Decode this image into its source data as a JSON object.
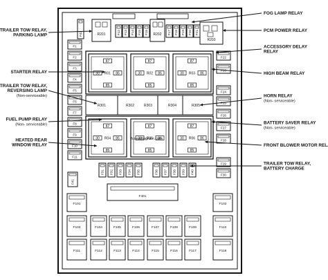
{
  "callouts": {
    "left": [
      {
        "lines": [
          "TRAILER TOW RELAY,",
          "PARKING LAMP"
        ]
      },
      {
        "lines": [
          "STARTER RELAY"
        ]
      },
      {
        "lines": [
          "TRAILER TOW RELAY,",
          "REVERSING LAMP",
          "(Non-serviceable)"
        ]
      },
      {
        "lines": [
          "FUEL PUMP RELAY",
          "(Non- serviceable)"
        ]
      },
      {
        "lines": [
          "HEATED REAR",
          "WINDOW RELAY"
        ]
      }
    ],
    "right": [
      {
        "lines": [
          "FOG LAMP RELAY"
        ]
      },
      {
        "lines": [
          "PCM POWER RELAY"
        ]
      },
      {
        "lines": [
          "ACCESSORY DELAY",
          "RELAY"
        ]
      },
      {
        "lines": [
          "HIGH BEAM RELAY"
        ]
      },
      {
        "lines": [
          "HORN RELAY",
          "(Non- serviceable)"
        ]
      },
      {
        "lines": [
          "BATTERY SAVER RELAY",
          "(Non- serviceable)"
        ]
      },
      {
        "lines": [
          "FRONT BLOWER MOTOR RELAY"
        ]
      },
      {
        "lines": [
          "TRAILER TOW RELAY,",
          "BATTERY CHARGE"
        ]
      }
    ]
  },
  "box_labels": {
    "F42": "F42",
    "R201": "R201",
    "R202": "R202",
    "R203": "R203",
    "F401": "F401",
    "F41": "F41",
    "R01": "R01",
    "R02": "R02",
    "R03": "R03",
    "R04": "R04",
    "R05": "R05",
    "R06": "R06",
    "R301": "R301",
    "R302": "R302",
    "R303": "R303",
    "R304": "R304",
    "R305": "R305",
    "n87": "87",
    "n30": "30",
    "n86": "86",
    "n85": "85"
  },
  "left_fuses": [
    "F1",
    "F2",
    "F3",
    "F4",
    "F5",
    "F6",
    "F7",
    "F8",
    "F9",
    "F10",
    "F11"
  ],
  "right_fuses": [
    "F22",
    "F23",
    "F24",
    "F25",
    "F26",
    "F27",
    "F28",
    "F29",
    "F30"
  ],
  "top_fuses": [
    "F12",
    "F13",
    "F14",
    "F15",
    "F16",
    "F17",
    "F18",
    "F19",
    "F20",
    "F21"
  ],
  "bottom_mini_fuses": [
    "F31",
    "F32",
    "F33",
    "F34",
    "F35",
    "F36",
    "F37",
    "F38",
    "F39",
    "F40"
  ],
  "maxi_fuses": {
    "row1": [
      "F101",
      "F102"
    ],
    "row2": [
      "F103",
      "F104",
      "F105",
      "F106",
      "F107",
      "F108",
      "F109",
      "F110"
    ],
    "row3": [
      "F111",
      "F112",
      "F113",
      "F114",
      "F115",
      "F116",
      "F117",
      "F118"
    ]
  },
  "watermark": "fusesdiagram.com"
}
